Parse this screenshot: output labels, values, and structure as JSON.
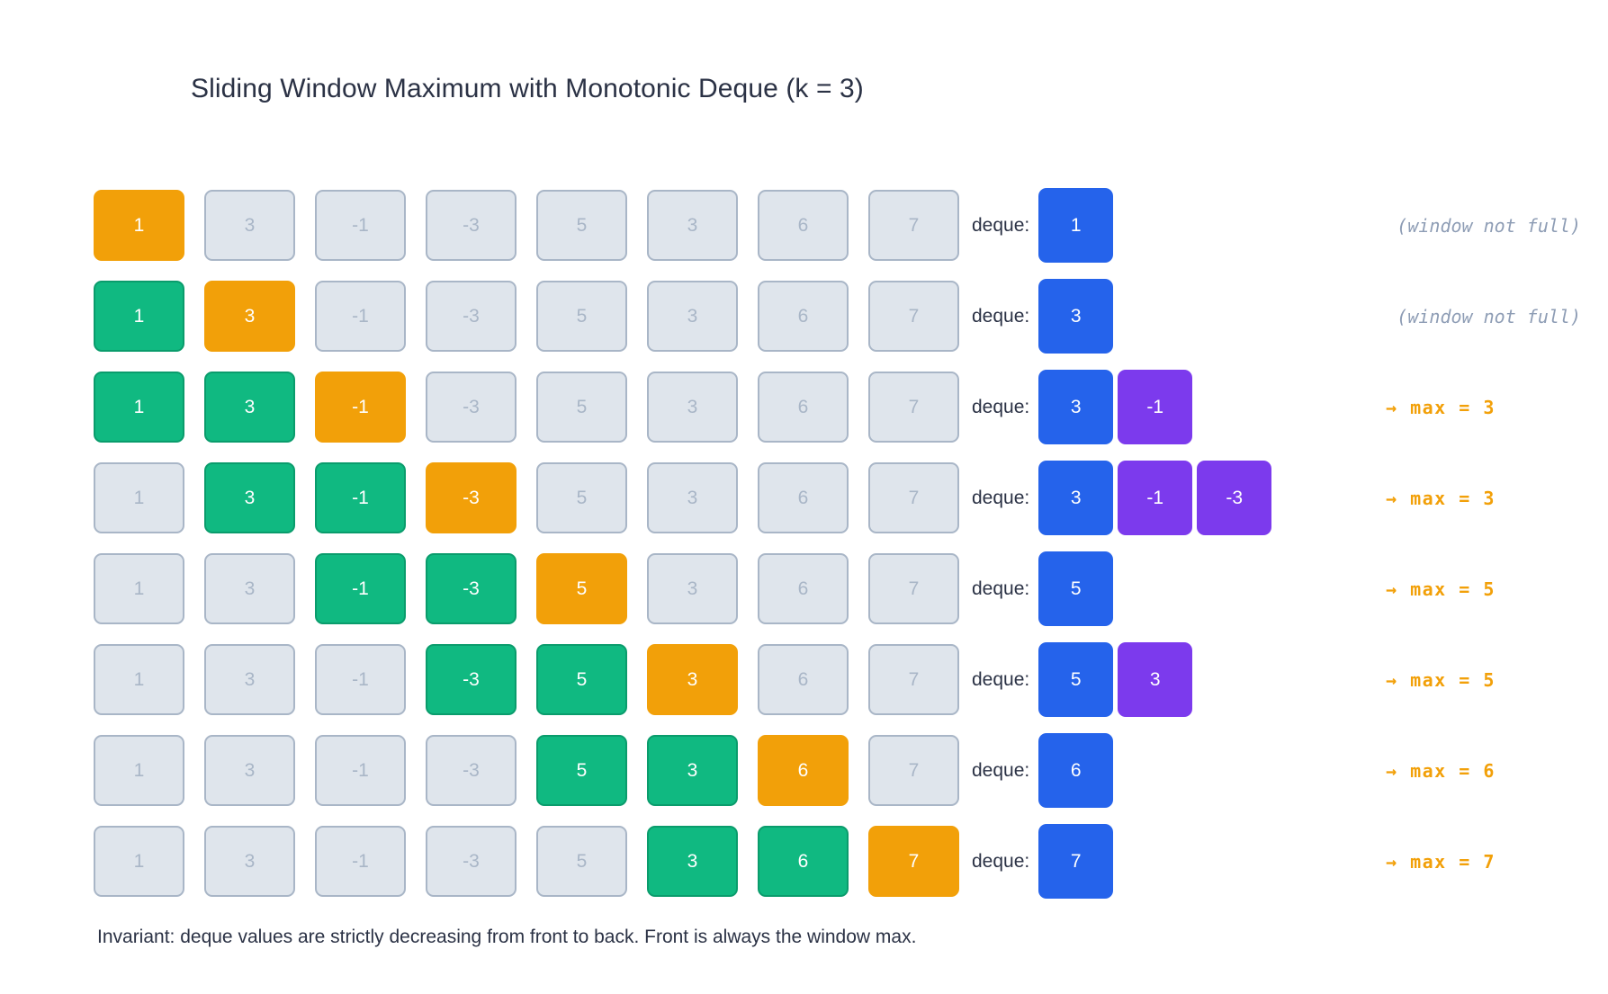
{
  "title": "Sliding Window Maximum with Monotonic Deque (k = 3)",
  "caption": "Invariant: deque values are strictly decreasing from front to back. Front is always the window max.",
  "deque_label": "deque:",
  "array": [
    1,
    3,
    -1,
    -3,
    5,
    3,
    6,
    7
  ],
  "k": 3,
  "colors": {
    "idle_bg": "#dfe5ec",
    "idle_border": "#a9b6c7",
    "idle_text": "#a9b6c7",
    "window": "#10b981",
    "current": "#f2a009",
    "deque_front": "#2563eb",
    "deque_rest": "#7c3aed",
    "note_muted": "#8e9db5",
    "note_result": "#f2a009",
    "text": "#2b3245"
  },
  "steps": [
    {
      "index": 0,
      "cells": [
        "current",
        "idle",
        "idle",
        "idle",
        "idle",
        "idle",
        "idle",
        "idle"
      ],
      "deque": [
        1
      ],
      "note": "(window not full)",
      "note_kind": "muted"
    },
    {
      "index": 1,
      "cells": [
        "window",
        "current",
        "idle",
        "idle",
        "idle",
        "idle",
        "idle",
        "idle"
      ],
      "deque": [
        3
      ],
      "note": "(window not full)",
      "note_kind": "muted"
    },
    {
      "index": 2,
      "cells": [
        "window",
        "window",
        "current",
        "idle",
        "idle",
        "idle",
        "idle",
        "idle"
      ],
      "deque": [
        3,
        -1
      ],
      "note": "→ max = 3",
      "note_kind": "result",
      "max": 3
    },
    {
      "index": 3,
      "cells": [
        "idle",
        "window",
        "window",
        "current",
        "idle",
        "idle",
        "idle",
        "idle"
      ],
      "deque": [
        3,
        -1,
        -3
      ],
      "note": "→ max = 3",
      "note_kind": "result",
      "max": 3
    },
    {
      "index": 4,
      "cells": [
        "idle",
        "idle",
        "window",
        "window",
        "current",
        "idle",
        "idle",
        "idle"
      ],
      "deque": [
        5
      ],
      "note": "→ max = 5",
      "note_kind": "result",
      "max": 5
    },
    {
      "index": 5,
      "cells": [
        "idle",
        "idle",
        "idle",
        "window",
        "window",
        "current",
        "idle",
        "idle"
      ],
      "deque": [
        5,
        3
      ],
      "note": "→ max = 5",
      "note_kind": "result",
      "max": 5
    },
    {
      "index": 6,
      "cells": [
        "idle",
        "idle",
        "idle",
        "idle",
        "window",
        "window",
        "current",
        "idle"
      ],
      "deque": [
        6
      ],
      "note": "→ max = 6",
      "note_kind": "result",
      "max": 6
    },
    {
      "index": 7,
      "cells": [
        "idle",
        "idle",
        "idle",
        "idle",
        "idle",
        "window",
        "window",
        "current"
      ],
      "deque": [
        7
      ],
      "note": "→ max = 7",
      "note_kind": "result",
      "max": 7
    }
  ]
}
